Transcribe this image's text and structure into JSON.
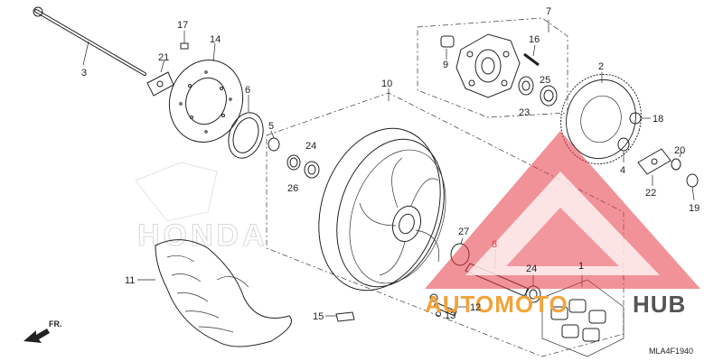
{
  "diagram": {
    "code": "MLA4F1940",
    "direction_label": "FR.",
    "watermark": {
      "part1": "AUTOMOTO",
      "part2": "HUB",
      "brand": "HONDA"
    },
    "colors": {
      "watermark_red": "#e63946",
      "watermark_orange": "#f2a33a",
      "watermark_dark": "#555555",
      "line": "#222222"
    },
    "labels": {
      "n1": "1",
      "n2": "2",
      "n3": "3",
      "n4": "4",
      "n5": "5",
      "n6": "6",
      "n7": "7",
      "n8": "8",
      "n9": "9",
      "n10": "10",
      "n11": "11",
      "n12": "12",
      "n13": "13",
      "n14": "14",
      "n15": "15",
      "n16": "16",
      "n17": "17",
      "n18": "18",
      "n19": "19",
      "n20": "20",
      "n21": "21",
      "n22": "22",
      "n23": "23",
      "n24a": "24",
      "n24b": "24",
      "n25": "25",
      "n26": "26",
      "n27": "27"
    }
  }
}
